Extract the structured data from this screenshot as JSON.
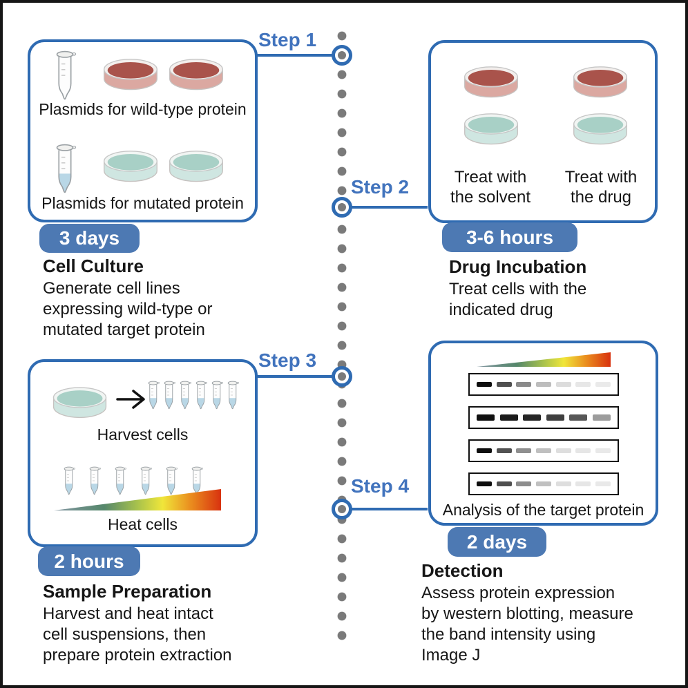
{
  "palette": {
    "box_border_blue": "#2f6bb2",
    "step_label_blue": "#4173bd",
    "badge_blue": "#4d79b3",
    "timeline_dot_gray": "#7a7a7a",
    "dish_media_red": "#a9534b",
    "dish_media_teal": "#a8d0c6",
    "tube_liquid_blue": "#b9d7e6"
  },
  "icons": {
    "microcentrifuge_tube": "tube-shape",
    "petri_dish": "dish-ellipse",
    "arrow_right": "→",
    "timeline_dot": "•",
    "heat_gradient_triangle": "blue-green-yellow-red wedge"
  },
  "timeline": {
    "steps": [
      {
        "label": "Step 1"
      },
      {
        "label": "Step 2"
      },
      {
        "label": "Step 3"
      },
      {
        "label": "Step 4"
      }
    ]
  },
  "cell_culture": {
    "box": {
      "wild_type_label": "Plasmids for wild-type protein",
      "mutated_label": "Plasmids for mutated protein"
    },
    "duration_badge": "3 days",
    "title": "Cell Culture",
    "description_lines": [
      "Generate cell lines",
      "expressing wild-type or",
      "mutated target protein"
    ]
  },
  "drug_incubation": {
    "box": {
      "solvent_label_lines": [
        "Treat with",
        "the solvent"
      ],
      "drug_label_lines": [
        "Treat with",
        "the drug"
      ]
    },
    "duration_badge": "3-6 hours",
    "title": "Drug Incubation",
    "description_lines": [
      "Treat cells with the",
      "indicated drug"
    ]
  },
  "sample_preparation": {
    "box": {
      "harvest_label": "Harvest cells",
      "heat_label": "Heat cells"
    },
    "duration_badge": "2 hours",
    "title": "Sample Preparation",
    "description_lines": [
      "Harvest and heat intact",
      "cell suspensions, then",
      "prepare protein extraction"
    ]
  },
  "detection": {
    "box": {
      "analysis_label": "Analysis of the target protein",
      "blot_strips": [
        {
          "bands": [
            "#0e0e0e",
            "#4f4f4f",
            "#8a8a8a",
            "#bdbdbd",
            "#dcdcdc",
            "#e7e7e7",
            "#eaeaea"
          ]
        },
        {
          "bands": [
            "#101010",
            "#1b1b1b",
            "#262626",
            "#3f3f3f",
            "#575757",
            "#9c9c9c"
          ]
        },
        {
          "bands": [
            "#0e0e0e",
            "#525252",
            "#8f8f8f",
            "#bfbfbf",
            "#dedede",
            "#e6e6e6",
            "#e9e9e9"
          ]
        },
        {
          "bands": [
            "#0e0e0e",
            "#4f4f4f",
            "#8d8d8d",
            "#c0c0c0",
            "#dedede",
            "#e6e6e6",
            "#e9e9e9"
          ]
        }
      ]
    },
    "duration_badge": "2 days",
    "title": "Detection",
    "description_lines": [
      "Assess protein expression",
      "by western blotting, measure",
      "the band intensity using",
      "Image J"
    ]
  }
}
